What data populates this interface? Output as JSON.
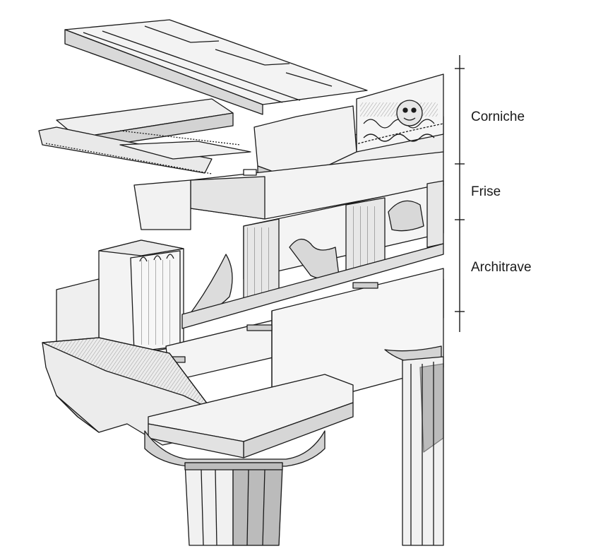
{
  "labels": {
    "corniche": "Corniche",
    "frise": "Frise",
    "architrave": "Architrave"
  },
  "colors": {
    "ink": "#1a1a1a",
    "stone": "#f4f4f4",
    "shade": "#d6d6d6",
    "dark_shade": "#9a9a9a",
    "background": "#ffffff"
  }
}
